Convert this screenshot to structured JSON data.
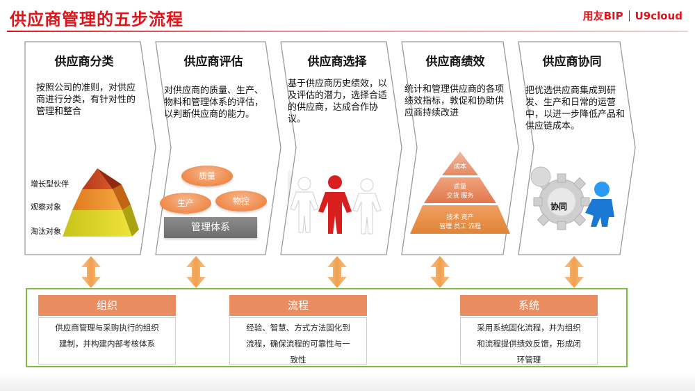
{
  "header": {
    "title": "供应商管理的五步流程",
    "brand_left": "用友BIP",
    "brand_right": "U9cloud"
  },
  "stages": [
    {
      "title": "供应商分类",
      "desc": "按照公司的准则，对供应商进行分类，有针对性的管理和整合"
    },
    {
      "title": "供应商评估",
      "desc": "对供应商的质量、生产、物料和管理体系的评估，以判断供应商的能力。"
    },
    {
      "title": "供应商选择",
      "desc": "基于供应商历史绩效，以及评估的潜力，选择合适的供应商，达成合作协议。"
    },
    {
      "title": "供应商绩效",
      "desc": "统计和管理供应商的各项绩效指标，敦促和协助供应商持续改进"
    },
    {
      "title": "供应商协同",
      "desc": "把优选供应商集成到研发、生产和日常的运营中，以进一步降低产品和供应链成本。"
    }
  ],
  "pyramid1": {
    "top": "增长型伙伴",
    "middle": "观察对象",
    "bottom": "淘汰对象"
  },
  "evaluation": {
    "quality": "质量",
    "production": "生产",
    "materials": "物控",
    "system": "管理体系"
  },
  "pyramid3": {
    "top": "成本",
    "middle_1": "质量",
    "middle_2": "交货  服务",
    "bottom_1": "技术  资产",
    "bottom_2": "管理  员工  流程"
  },
  "collab_label": "协同",
  "bottom": [
    {
      "header": "组织",
      "text_1": "供应商管理与采购执行的组织",
      "text_2": "建制，并构建内部考核体系",
      "text_3": ""
    },
    {
      "header": "流程",
      "text_1": "经验、智慧、方式方法固化到",
      "text_2": "流程，确保流程的可靠性与一",
      "text_3": "致性"
    },
    {
      "header": "系统",
      "text_1": "采用系统固化流程，并为组织",
      "text_2": "和流程提供绩效反馈，形成闭",
      "text_3": "环管理"
    }
  ],
  "colors": {
    "brand_red": "#e0141a",
    "accent_orange": "#e98d61",
    "frame_green": "#7dbb42",
    "arrow_orange": "#f1a14e"
  }
}
